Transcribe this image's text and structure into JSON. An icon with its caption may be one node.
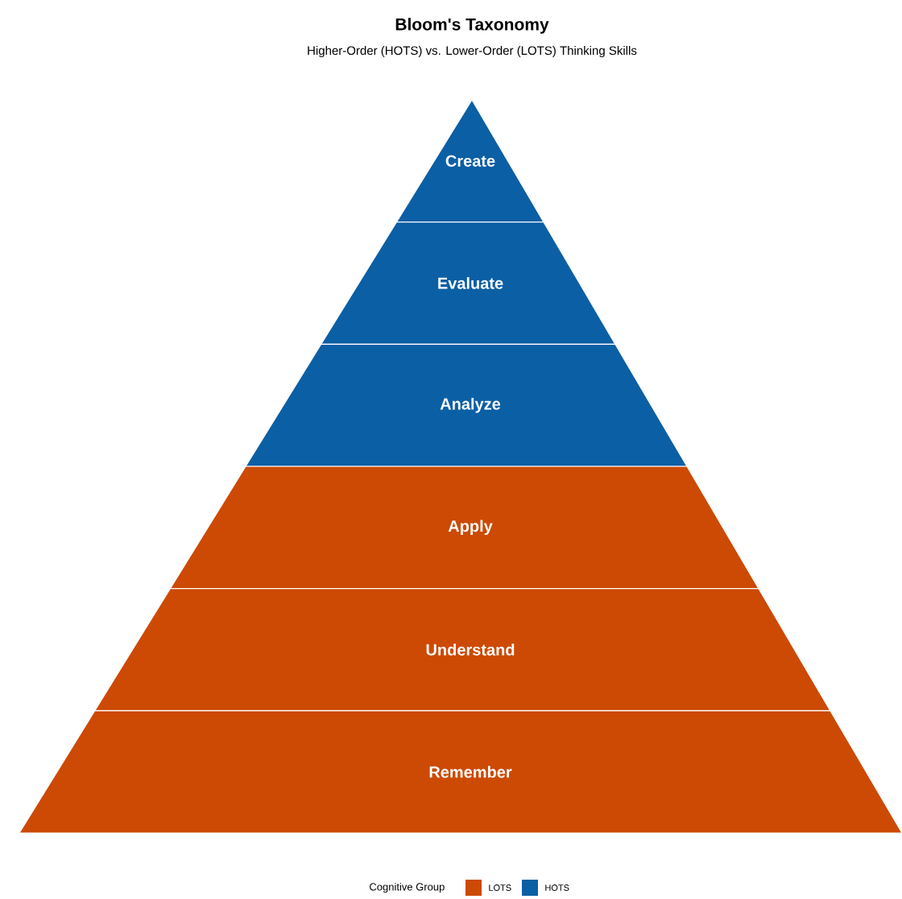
{
  "diagram": {
    "title": "Bloom's Taxonomy",
    "caption": "Higher-Order (HOTS) vs. Lower-Order (LOTS) Thinking Skills",
    "nodes": [
      {
        "text": [
          "Create"
        ]
      },
      {
        "text": [
          "Evaluate"
        ]
      },
      {
        "text": [
          "Analyze"
        ]
      },
      {
        "text": [
          "Apply"
        ]
      },
      {
        "text": [
          "Understand"
        ]
      },
      {
        "text": [
          "Remember"
        ]
      }
    ],
    "labels": [
      "Cognitive Group"
    ],
    "legend": [
      {
        "text": "LOTS",
        "color": "#cc4a04"
      },
      {
        "text": "HOTS",
        "color": "#0b5fa5"
      }
    ]
  }
}
